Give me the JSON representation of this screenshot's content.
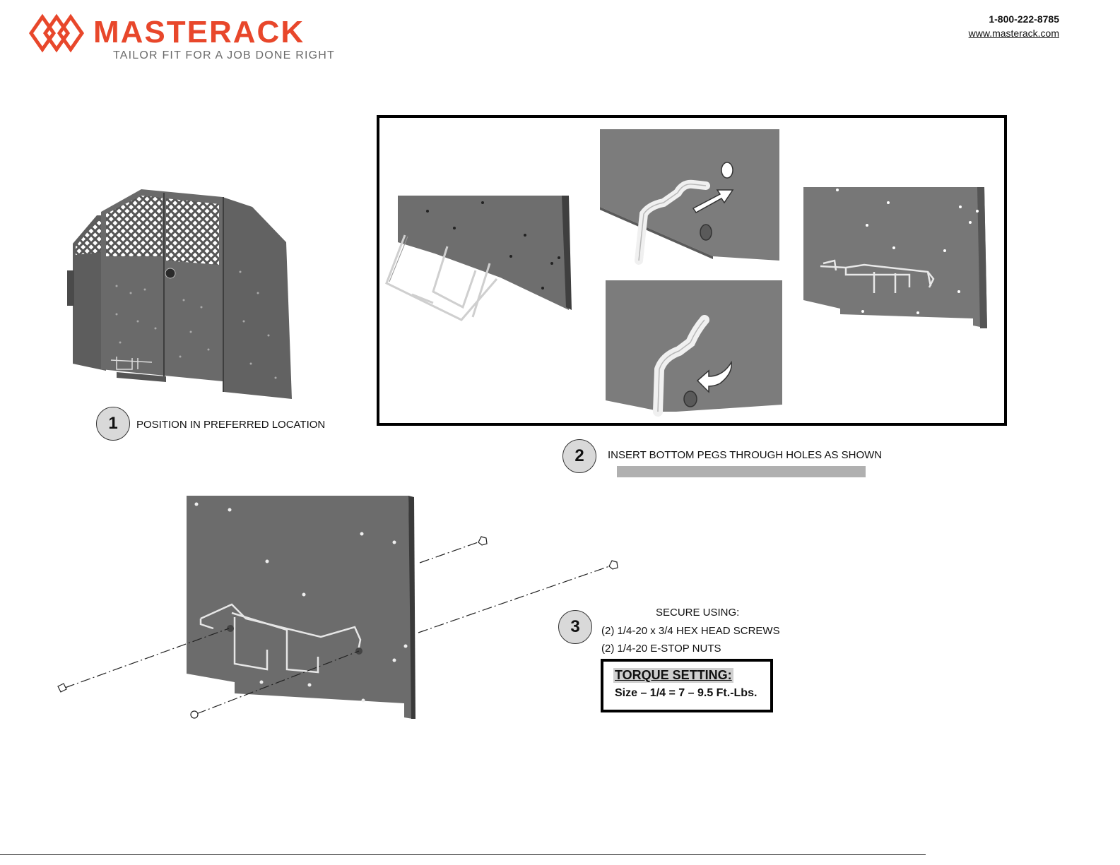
{
  "header": {
    "brand_name": "MASTERACK",
    "tagline": "TAILOR FIT FOR A JOB DONE RIGHT",
    "phone": "1-800-222-8785",
    "website": "www.masterack.com"
  },
  "steps": [
    {
      "number": "1",
      "text": "POSITION IN PREFERRED LOCATION"
    },
    {
      "number": "2",
      "text": "INSERT BOTTOM PEGS THROUGH HOLES AS SHOWN"
    },
    {
      "number": "3",
      "heading": "SECURE USING:",
      "lines": [
        "(2) 1/4-20 x 3/4 HEX HEAD SCREWS",
        "(2) 1/4-20 E-STOP NUTS"
      ]
    }
  ],
  "torque": {
    "title": "TORQUE SETTING:",
    "value": "Size – 1/4 = 7 – 9.5 Ft.-Lbs."
  },
  "colors": {
    "brand": "#e8472b",
    "panel": "#6e6e6e",
    "panel_dark": "#4a4a4a",
    "wire": "#e6e6e6"
  }
}
